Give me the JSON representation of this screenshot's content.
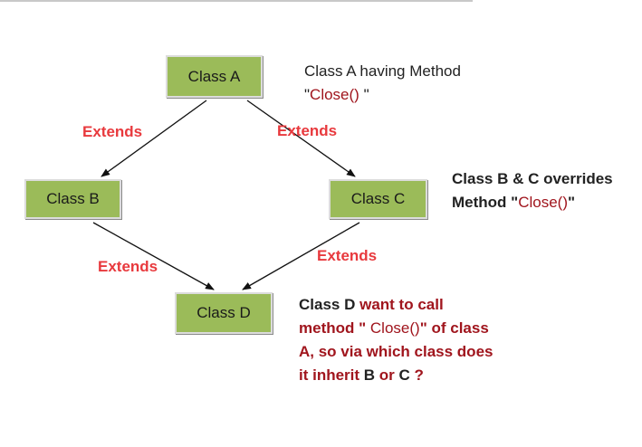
{
  "classes": {
    "a": "Class A",
    "b": "Class B",
    "c": "Class C",
    "d": "Class D"
  },
  "edges": [
    {
      "from": "Class A",
      "to": "Class B",
      "label": "Extends"
    },
    {
      "from": "Class A",
      "to": "Class C",
      "label": "Extends"
    },
    {
      "from": "Class C",
      "to": "Class D",
      "label": "Extends"
    },
    {
      "from": "Class B",
      "to": "Class D",
      "label": "Extends"
    }
  ],
  "notes": {
    "a_line1": "Class A having Method",
    "a_open": "\"",
    "a_method": "Close()",
    "a_close": " \"",
    "bc_line1": "Class B & C overrides",
    "bc_prefix": "Method \"",
    "bc_method": "Close()",
    "bc_close": "\"",
    "d_class": "Class D",
    "d_text1": " want to call",
    "d_line2_pre": "method \" ",
    "d_method": "Close()",
    "d_line2_post": "\" of class",
    "d_line3": "A, so via which class does",
    "d_line4_pre": "it inherit ",
    "d_line4_b": "B",
    "d_line4_mid": " or ",
    "d_line4_c": "C",
    "d_line4_end": " ?"
  },
  "colors": {
    "box_fill": "#9bbb59",
    "extends_label": "#e8393d",
    "method_text": "#a0151d"
  }
}
